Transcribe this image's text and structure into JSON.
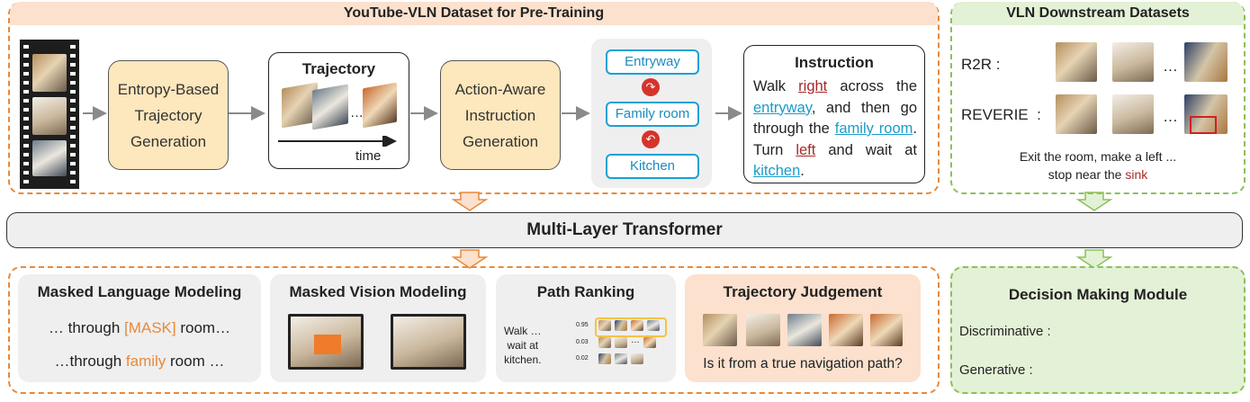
{
  "pretrain": {
    "title": "YouTube-VLN Dataset for Pre-Training"
  },
  "downstream": {
    "title": "VLN Downstream Datasets",
    "r2r_label": "R2R :",
    "reverie_label": "REVERIE  :",
    "ellipsis": "…",
    "caption_line1": "Exit the room, make a left ...",
    "caption_line2_prefix": "stop near the ",
    "caption_keyword": "sink"
  },
  "steps": {
    "entropy": "Entropy-Based Trajectory Generation",
    "trajectory_title": "Trajectory",
    "time_label": "time",
    "traj_ellipsis": "…",
    "action": "Action-Aware Instruction Generation"
  },
  "rooms": [
    "Entryway",
    "Family room",
    "Kitchen"
  ],
  "instruction": {
    "title": "Instruction",
    "w1": "Walk ",
    "k1": "right",
    "w2": " across the ",
    "k2": "entryway",
    "w3": ", and then go through the ",
    "k3": "family room",
    "w4": ". Turn ",
    "k4": "left",
    "w5": " and wait at ",
    "k5": "kitchen",
    "w6": "."
  },
  "transformer": {
    "title": "Multi-Layer Transformer"
  },
  "tasks": {
    "mlm": {
      "title": "Masked Language Modeling",
      "line1_prefix": "… through ",
      "mask": "[MASK]",
      "line1_suffix": " room…",
      "line2_prefix": "…through ",
      "word": "family",
      "line2_suffix": " room …"
    },
    "mvm": {
      "title": "Masked Vision Modeling"
    },
    "pr": {
      "title": "Path Ranking",
      "text_l1": "Walk …",
      "text_l2": "wait at",
      "text_l3": "kitchen.",
      "scores": [
        "0.95",
        "0.03",
        "0.02"
      ],
      "ellipsis": "…"
    },
    "tj": {
      "title": "Trajectory Judgement",
      "question": "Is it from a true navigation path?"
    }
  },
  "decision": {
    "title": "Decision Making Module",
    "discriminative": "Discriminative :",
    "generative": "Generative :"
  },
  "colors": {
    "orange": "#e8893b",
    "green": "#8cc05a",
    "red_word": "#a52a2a",
    "blue_word": "#1a9cc9",
    "room_border": "#1aa1d6",
    "path_light": "#8ab8e0",
    "path_dark": "#1e6eb5",
    "path_red": "#b22222"
  }
}
